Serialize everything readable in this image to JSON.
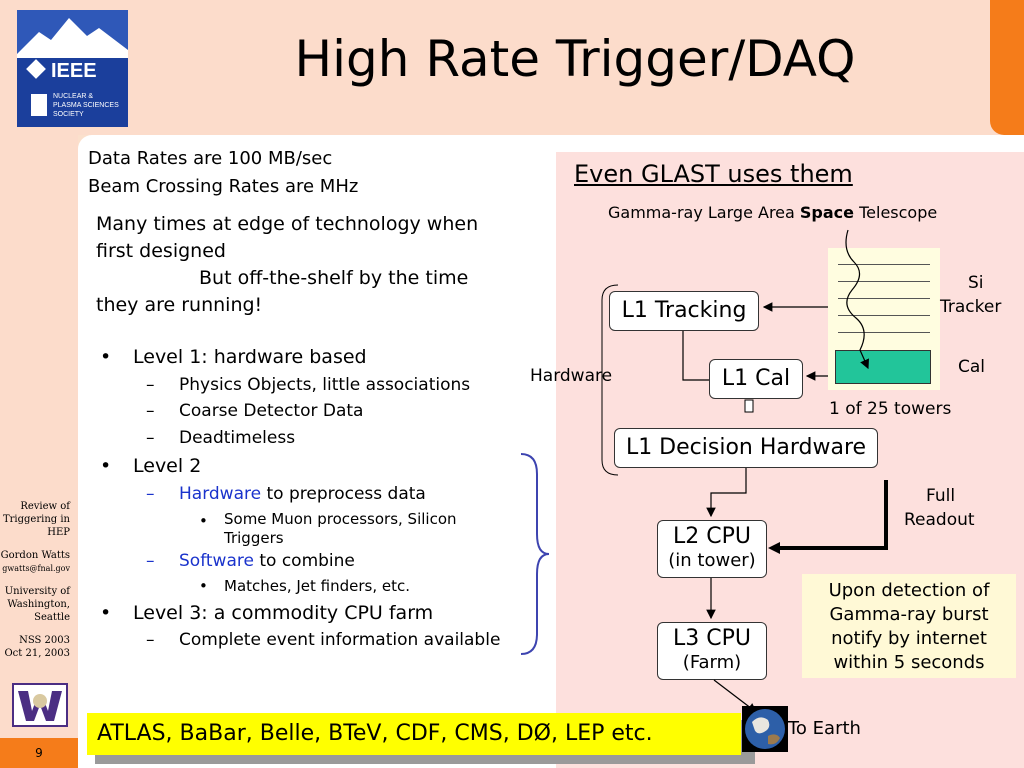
{
  "title": "High Rate Trigger/DAQ",
  "logo": {
    "name": "ieee-nps-logo",
    "text_main": "IEEE",
    "text_sub": [
      "NUCLEAR &",
      "PLASMA SCIENCES",
      "SOCIETY"
    ]
  },
  "intro": {
    "line1": "Data Rates are 100 MB/sec",
    "line2": "Beam Crossing Rates are MHz",
    "para1": "Many times at edge of technology when",
    "para2": "first designed",
    "para3": "But off-the-shelf by the time",
    "para4": "they are running!"
  },
  "bullets": {
    "l1": "Level 1: hardware based",
    "l1_sub1": "Physics Objects, little associations",
    "l1_sub2": "Coarse Detector Data",
    "l1_sub3": "Deadtimeless",
    "l2": "Level 2",
    "l2_sub1_hl": "Hardware",
    "l2_sub1_rest": " to preprocess data",
    "l2_sub1_item_a": "Some Muon processors, Silicon",
    "l2_sub1_item_b": "Triggers",
    "l2_sub2_hl": "Software",
    "l2_sub2_rest": " to combine",
    "l2_sub2_item": "Matches, Jet finders, etc.",
    "l3": "Level 3: a commodity CPU farm",
    "l3_sub1": "Complete event information available"
  },
  "glast": {
    "heading": "Even GLAST uses them",
    "subtitle_pre": "Gamma-ray Large Area ",
    "subtitle_bold": "Space",
    "subtitle_post": " Telescope",
    "l1_tracking": "L1 Tracking",
    "l1_cal": "L1 Cal",
    "l1_decision": "L1 Decision Hardware",
    "l2_cpu": "L2 CPU",
    "l2_cpu_sub": "(in tower)",
    "l3_cpu": "L3 CPU",
    "l3_cpu_sub": "(Farm)",
    "hardware_label": "Hardware",
    "si_label_1": "Si",
    "si_label_2": "Tracker",
    "cal_label": "Cal",
    "towers_label": "1 of 25 towers",
    "full_readout_1": "Full",
    "full_readout_2": "Readout",
    "notify_1": "Upon detection of",
    "notify_2": "Gamma-ray burst",
    "notify_3": "notify by internet",
    "notify_4": "within 5 seconds",
    "to_earth": "To Earth"
  },
  "footer_box": "ATLAS, BaBar, Belle, BTeV, CDF, CMS, DØ, LEP etc.",
  "sidebar": {
    "line1": "Review of",
    "line2": "Triggering in",
    "line3": "HEP",
    "author": "Gordon Watts",
    "email": "gwatts@fnal.gov",
    "univ1": "University of",
    "univ2": "Washington,",
    "univ3": "Seattle",
    "conf1": "NSS 2003",
    "conf2": "Oct 21, 2003"
  },
  "page_number": "9",
  "colors": {
    "accent_orange": "#f57c1a",
    "highlight_yellow": "#ffff00",
    "link_blue": "#1a33cc",
    "cal_green": "#22c59a"
  }
}
